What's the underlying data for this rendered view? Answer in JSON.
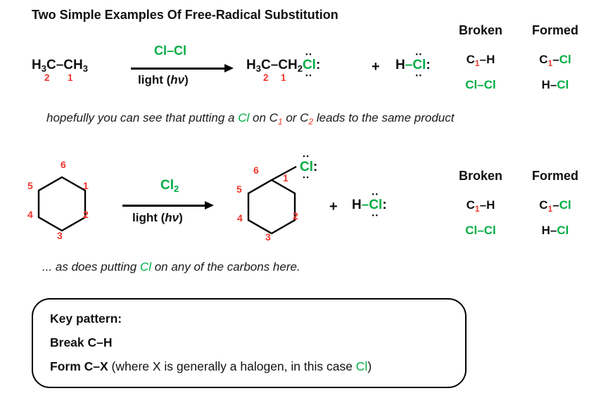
{
  "colors": {
    "green": "#00ad43",
    "red": "#f1342b",
    "black": "#111111"
  },
  "title": "Two Simple Examples Of Free-Radical Substitution",
  "lewis": {
    "dots": "••",
    "colon": ":"
  },
  "conditions": {
    "pre": "light (",
    "hv": "hν",
    "post": ")"
  },
  "reaction1": {
    "ethane": {
      "h": "H",
      "sub3a": "3",
      "mid": "C–CH",
      "sub3b": "3",
      "c2_label": "2",
      "c1_label": "1"
    },
    "reagent": "Cl–Cl",
    "product": {
      "h": "H",
      "sub3": "3",
      "mid": "C–CH",
      "sub2": "2",
      "cl": "Cl",
      "c2_label": "2",
      "c1_label": "1"
    },
    "plus": "+",
    "hcl": {
      "h": "H",
      "dash": "–",
      "cl": "Cl"
    }
  },
  "note1": {
    "part1": "hopefully you can see that putting a ",
    "cl": "Cl",
    "part2": " on C",
    "sub1": "1",
    "part3": " or C",
    "sub2": "2",
    "part4": " leads to the same product"
  },
  "reaction2": {
    "ring_numbers": {
      "n1": "1",
      "n2": "2",
      "n3": "3",
      "n4": "4",
      "n5": "5",
      "n6": "6"
    },
    "reagent": {
      "cl": "Cl",
      "sub": "2"
    },
    "product_cl": "Cl",
    "plus": "+",
    "hcl": {
      "h": "H",
      "dash": "–",
      "cl": "Cl"
    }
  },
  "note2": {
    "part1": "... as does putting ",
    "cl": "Cl",
    "part2": " on any of the carbons here."
  },
  "bf_table": {
    "broken_header": "Broken",
    "formed_header": "Formed",
    "row1_broken": {
      "c": "C",
      "sub": "1",
      "rest": "–H"
    },
    "row1_formed": {
      "c": "C",
      "sub": "1",
      "dash": "–",
      "cl": "Cl"
    },
    "row2_broken": "Cl–Cl",
    "row2_formed": {
      "h": "H–",
      "cl": "Cl"
    }
  },
  "key_box": {
    "heading": "Key pattern:",
    "line1": "Break C–H",
    "line2_bold": "Form C–X",
    "line2_pre": " (where X is generally a halogen, in this case ",
    "line2_cl": "Cl",
    "line2_post": ")"
  }
}
